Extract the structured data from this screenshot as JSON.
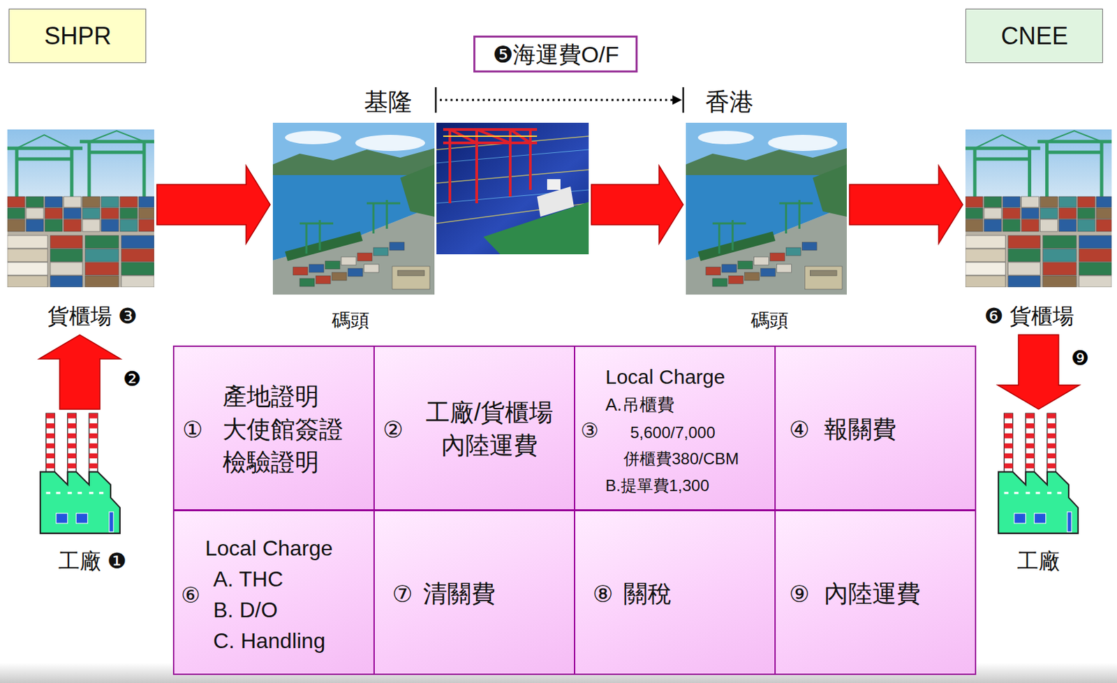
{
  "diagram": {
    "nodes": [
      {
        "text": [
          "SHPR"
        ]
      },
      {
        "text": [
          "❺海運費O/F"
        ]
      },
      {
        "text": [
          "CNEE"
        ]
      },
      {
        "text": [
          "貨櫃場 ❸"
        ]
      },
      {
        "text": [
          "基隆",
          "碼頭"
        ]
      },
      {
        "text": [
          "香港",
          "碼頭"
        ]
      },
      {
        "text": [
          "❻ 貨櫃場"
        ]
      },
      {
        "text": [
          "工廠 ❶"
        ]
      },
      {
        "text": [
          "工廠"
        ]
      },
      {
        "text": [
          "①",
          "產地證明",
          "大使館簽證",
          "檢驗證明"
        ]
      },
      {
        "text": [
          "②",
          "工廠/貨櫃場 內陸運費"
        ]
      },
      {
        "text": [
          "③",
          "Local Charge",
          "A.吊櫃費",
          "5,600/7,000",
          "併櫃費380/CBM",
          "B.提單費1,300"
        ]
      },
      {
        "text": [
          "④",
          "報關費"
        ]
      },
      {
        "text": [
          "⑥",
          "Local Charge",
          "A. THC",
          "B. D/O",
          "C. Handling"
        ]
      },
      {
        "text": [
          "⑦",
          "清關費"
        ]
      },
      {
        "text": [
          "⑧",
          "關稅"
        ]
      },
      {
        "text": [
          "⑨",
          "內陸運費"
        ]
      }
    ],
    "edges": [
      {
        "from": 7,
        "to": 3,
        "arrow": "to",
        "label": "❷"
      },
      {
        "from": 3,
        "to": 4,
        "arrow": "to"
      },
      {
        "from": 4,
        "to": 5,
        "arrow": "to"
      },
      {
        "from": 5,
        "to": 6,
        "arrow": "to"
      },
      {
        "from": 6,
        "to": 8,
        "arrow": "to",
        "label": "❾"
      }
    ]
  }
}
